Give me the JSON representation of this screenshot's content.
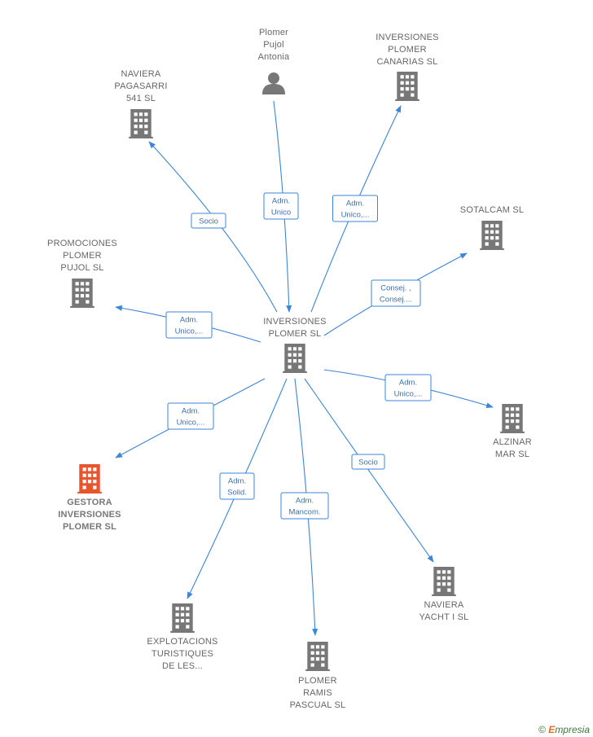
{
  "center": {
    "id": "inversiones-plomer",
    "label": [
      "INVERSIONES",
      "PLOMER SL"
    ],
    "type": "company"
  },
  "nodes": [
    {
      "id": "plomer-pujol-antonia",
      "label": [
        "Plomer",
        "Pujol",
        "Antonia"
      ],
      "type": "person"
    },
    {
      "id": "inversiones-plomer-canarias",
      "label": [
        "INVERSIONES",
        "PLOMER",
        "CANARIAS  SL"
      ],
      "type": "company"
    },
    {
      "id": "naviera-pagasarri",
      "label": [
        "NAVIERA",
        "PAGASARRI",
        "541  SL"
      ],
      "type": "company"
    },
    {
      "id": "sotalcam",
      "label": [
        "SOTALCAM SL"
      ],
      "type": "company"
    },
    {
      "id": "promociones-plomer-pujol",
      "label": [
        "PROMOCIONES",
        "PLOMER",
        "PUJOL  SL"
      ],
      "type": "company"
    },
    {
      "id": "alzinar-mar",
      "label": [
        "ALZINAR",
        "MAR  SL"
      ],
      "type": "company"
    },
    {
      "id": "gestora-inversiones-plomer",
      "label": [
        "GESTORA",
        "INVERSIONES",
        "PLOMER  SL"
      ],
      "type": "company",
      "highlight": true
    },
    {
      "id": "naviera-yacht",
      "label": [
        "NAVIERA",
        "YACHT I  SL"
      ],
      "type": "company"
    },
    {
      "id": "explotacions-turistiques",
      "label": [
        "EXPLOTACIONS",
        "TURISTIQUES",
        "DE LES..."
      ],
      "type": "company"
    },
    {
      "id": "plomer-ramis-pascual",
      "label": [
        "PLOMER",
        "RAMIS",
        "PASCUAL  SL"
      ],
      "type": "company"
    }
  ],
  "edges": [
    {
      "from": "plomer-pujol-antonia",
      "to": "inversiones-plomer",
      "label": [
        "Adm.",
        "Unico"
      ]
    },
    {
      "from": "inversiones-plomer",
      "to": "inversiones-plomer-canarias",
      "label": [
        "Adm.",
        "Unico,..."
      ]
    },
    {
      "from": "inversiones-plomer",
      "to": "naviera-pagasarri",
      "label": [
        "Socio"
      ]
    },
    {
      "from": "inversiones-plomer",
      "to": "sotalcam",
      "label": [
        "Consej. ,",
        "Consej...."
      ]
    },
    {
      "from": "inversiones-plomer",
      "to": "promociones-plomer-pujol",
      "label": [
        "Adm.",
        "Unico,..."
      ]
    },
    {
      "from": "inversiones-plomer",
      "to": "alzinar-mar",
      "label": [
        "Adm.",
        "Unico,..."
      ]
    },
    {
      "from": "inversiones-plomer",
      "to": "gestora-inversiones-plomer",
      "label": [
        "Adm.",
        "Unico,..."
      ]
    },
    {
      "from": "inversiones-plomer",
      "to": "naviera-yacht",
      "label": [
        "Socio"
      ]
    },
    {
      "from": "inversiones-plomer",
      "to": "explotacions-turistiques",
      "label": [
        "Adm.",
        "Solid."
      ]
    },
    {
      "from": "inversiones-plomer",
      "to": "plomer-ramis-pascual",
      "label": [
        "Adm.",
        "Mancom."
      ]
    }
  ],
  "colors": {
    "edge": "#3d85d8",
    "node_icon": "#777777",
    "highlight_icon": "#e8542b",
    "label_text": "#666666"
  },
  "footer": {
    "copyright_symbol": "©",
    "brand_initial": "E",
    "brand_rest": "mpresia"
  }
}
